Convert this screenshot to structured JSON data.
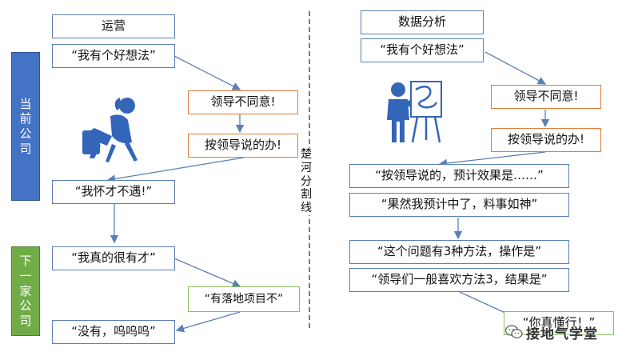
{
  "left": {
    "title": "运营",
    "sides": {
      "current": "当前公司",
      "next": "下一家公司"
    },
    "nodes": {
      "idea": "“我有个好想法”",
      "disagree": "领导不同意!",
      "follow": "按领导说的办!",
      "unrecognized": "“我怀才不遇!”",
      "talented": "“我真的很有才”",
      "project": "“有落地项目不”",
      "none": "“没有，呜呜呜”"
    }
  },
  "divider": {
    "label": "楚河分割线"
  },
  "right": {
    "title": "数据分析",
    "nodes": {
      "idea": "“我有个好想法”",
      "disagree": "领导不同意!",
      "follow": "按领导说的办!",
      "expect": "“按领导说的，预计效果是……”",
      "predicted": "“果然我预计中了，料事如神”",
      "methods": "“这个问题有3种方法，操作是”",
      "prefer": "“领导们一般喜欢方法3，结果是”",
      "understand": "“你真懂行！”"
    }
  },
  "watermark": {
    "text": "接地气学堂"
  },
  "colors": {
    "blue": "#4472c4",
    "green": "#70ad47",
    "orange": "#e07b3a",
    "arrow": "#5b7fb5",
    "figure": "#3366b8"
  }
}
